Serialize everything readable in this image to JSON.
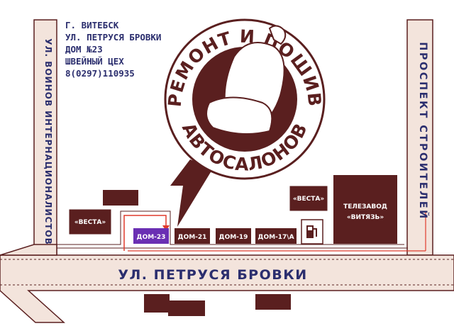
{
  "address": {
    "lines": [
      "Г. ВИТЕБСК",
      "УЛ. ПЕТРУСЯ БРОВКИ",
      "ДОМ №23",
      "ШВЕЙНЫЙ ЦЕХ",
      "8(0297)110935"
    ]
  },
  "logo": {
    "top_text": "РЕМОНТ И ПОШИВ",
    "bottom_text": "АВТОСАЛОНОВ",
    "icon": "car-seat-icon"
  },
  "streets": {
    "left": "УЛ. ВОИНОВ ИНТЕРНАЦИОНАЛИСТОВ",
    "right": "ПРОСПЕКТ СТРОИТЕЛЕЙ",
    "bottom": "УЛ. ПЕТРУСЯ БРОВКИ"
  },
  "buildings": {
    "vesta_left": "«ВЕСТА»",
    "vesta_right": "«ВЕСТА»",
    "dom23": "ДОМ-23",
    "dom21": "ДОМ-21",
    "dom19": "ДОМ-19",
    "dom17a": "ДОМ-17\\А",
    "telezavod_line1": "ТЕЛЕЗАВОД",
    "telezavod_line2": "«ВИТЯЗЬ»",
    "gas_station": "gas-station-icon"
  },
  "colors": {
    "building": "#5a1f1f",
    "street_text": "#2b2e6e",
    "target": "#6a2fb3",
    "route": "#e03a2c",
    "road_fill": "#f3e4dc"
  }
}
